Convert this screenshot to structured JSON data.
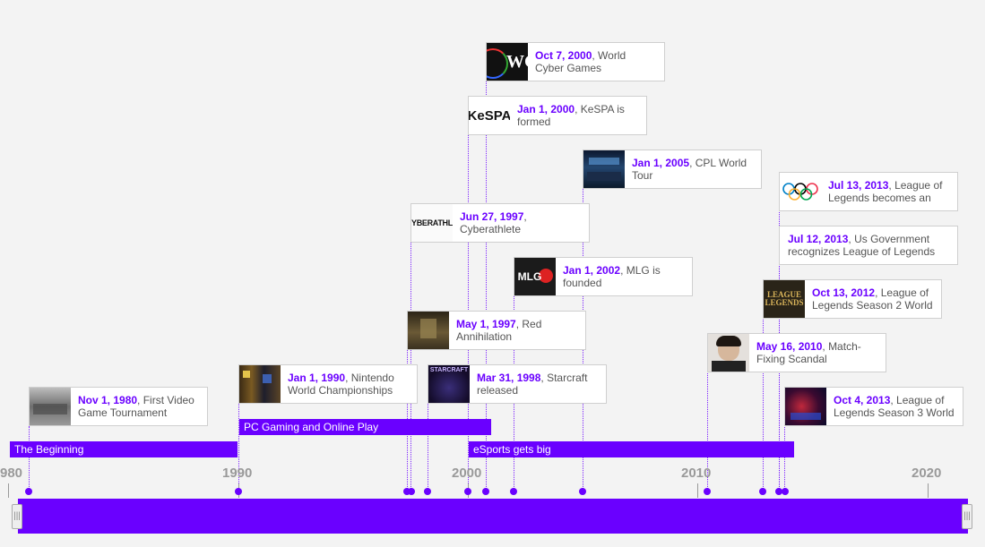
{
  "events": [
    {
      "date": "Oct 7, 2000",
      "text": "World Cyber Games",
      "thumb": "WC"
    },
    {
      "date": "Jan 1, 2000",
      "text": "KeSPA is formed",
      "thumb": "KeSPA"
    },
    {
      "date": "Jan 1, 2005",
      "text": "CPL World Tour",
      "thumb": ""
    },
    {
      "date": "Jun 27, 1997",
      "text": "Cyberathlete",
      "thumb": "YBERATHLE"
    },
    {
      "date": "Jan 1, 2002",
      "text": "MLG is founded",
      "thumb": "MLG"
    },
    {
      "date": "May 1, 1997",
      "text": "Red Annihilation",
      "thumb": ""
    },
    {
      "date": "Jan 1, 1990",
      "text": "Nintendo World Championships",
      "thumb": ""
    },
    {
      "date": "Mar 31, 1998",
      "text": "Starcraft released",
      "thumb": "STARCRAFT"
    },
    {
      "date": "Nov 1, 1980",
      "text": "First Video Game Tournament",
      "thumb": ""
    },
    {
      "date": "Jul 13, 2013",
      "text": "League of Legends becomes an",
      "thumb": "rings"
    },
    {
      "date": "Jul 12, 2013",
      "text": "Us Government recognizes League of Legends",
      "thumb": ""
    },
    {
      "date": "Oct 13, 2012",
      "text": "League of Legends Season 2 World",
      "thumb": "LEAGUE LEGENDS"
    },
    {
      "date": "May 16, 2010",
      "text": "Match-Fixing Scandal",
      "thumb": ""
    },
    {
      "date": "Oct 4, 2013",
      "text": "League of Legends Season 3 World",
      "thumb": ""
    }
  ],
  "eras": [
    {
      "label": "The Beginning"
    },
    {
      "label": "PC Gaming and Online Play"
    },
    {
      "label": "eSports gets big"
    }
  ],
  "axis": {
    "labels": [
      "980",
      "1990",
      "2000",
      "2010",
      "2020"
    ]
  },
  "slider": {
    "handle_glyph": "|||"
  },
  "colors": {
    "accent": "#6a00ff",
    "background": "#f3f3f3"
  }
}
